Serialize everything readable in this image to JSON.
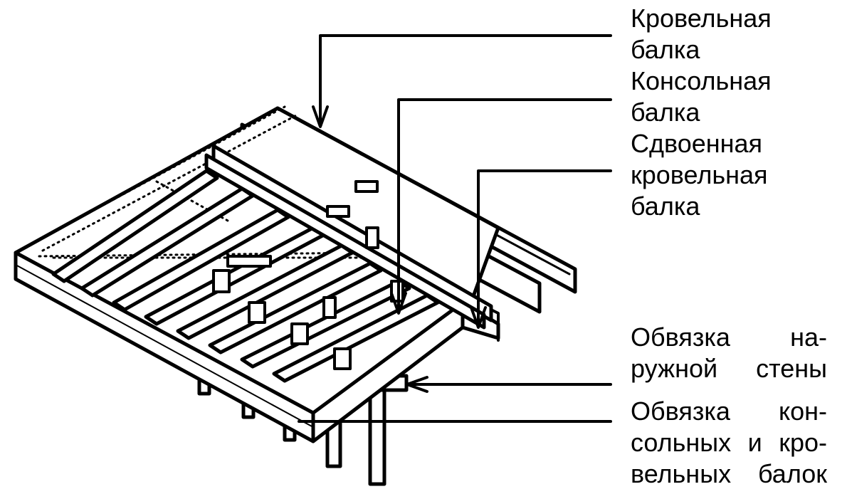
{
  "labels": {
    "roof_beam": "Кровельная\nбалка",
    "cantilever_beam": "Консольная\nбалка",
    "double_roof_beam": "Сдвоенная\nкровельная\nбалка",
    "outer_wall_plate": "Обвязка на-\nружной стены",
    "beams_plate": "Обвязка кон-\nсольных и кро-\nвельных балок"
  },
  "colors": {
    "ink": "#000000",
    "paper": "#ffffff"
  }
}
